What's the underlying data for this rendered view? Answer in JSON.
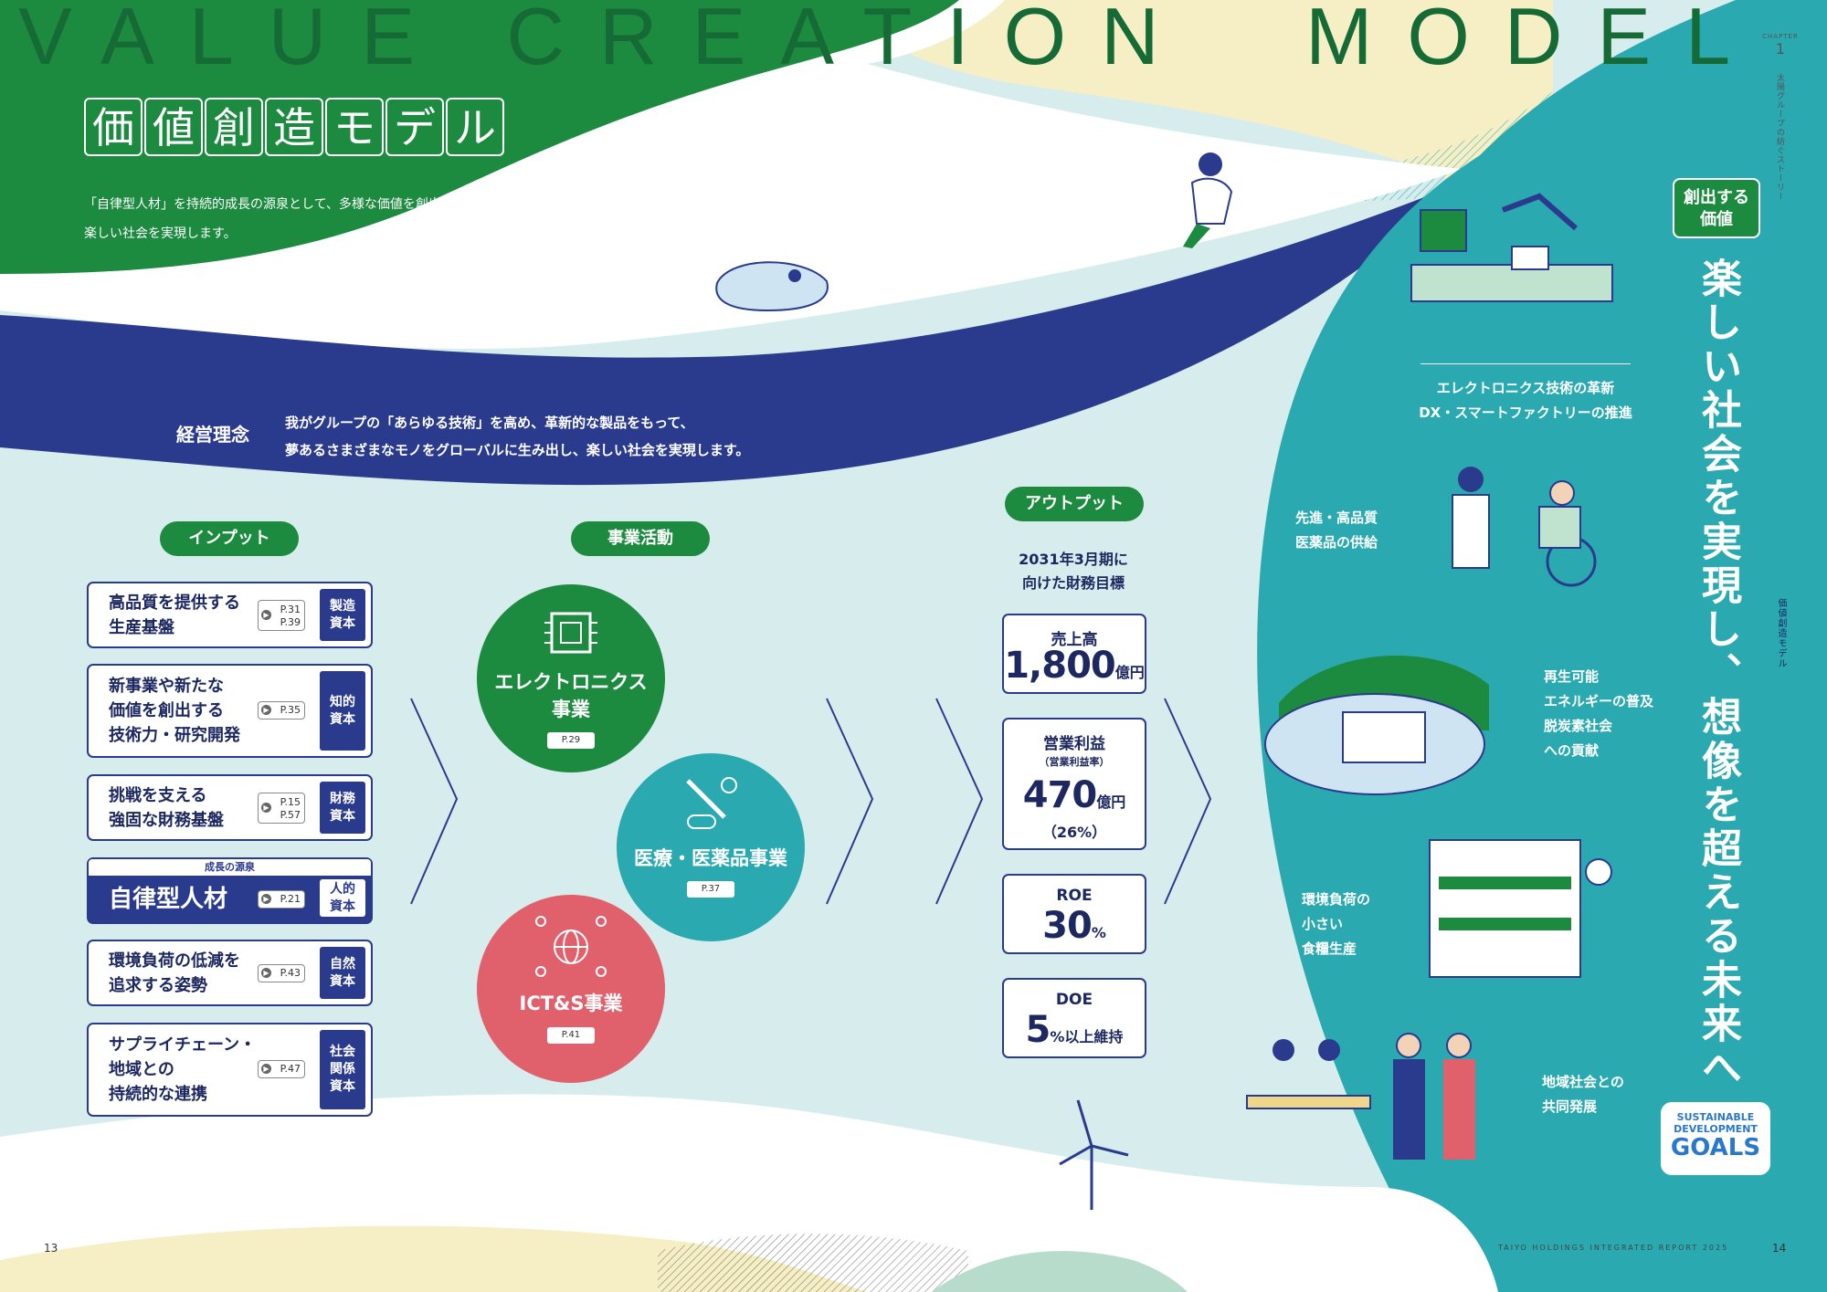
{
  "header": {
    "headline_parts": [
      "VALUE CREATION",
      "MODEL"
    ],
    "title_chars": [
      "価",
      "値",
      "創",
      "造",
      "モ",
      "デ",
      "ル"
    ],
    "intro_lines": [
      "「自律型人材」を持続的成長の源泉として、多様な価値を創出し、",
      "楽しい社会を実現します。"
    ]
  },
  "side": {
    "chapter_label": "CHAPTER",
    "chapter_no": "1",
    "chapter_title": "太陽グループの紡ぐストーリー",
    "section_title": "価値創造モデル"
  },
  "philosophy": {
    "label": "経営理念",
    "lines": [
      "我がグループの「あらゆる技術」を高め、革新的な製品をもって、",
      "夢あるさまざまなモノをグローバルに生み出し、楽しい社会を実現します。"
    ]
  },
  "pills": {
    "input": "インプット",
    "business": "事業活動",
    "output": "アウトプット",
    "value": [
      "創出する",
      "価値"
    ]
  },
  "inputs": [
    {
      "lines": [
        "高品質を提供する",
        "生産基盤"
      ],
      "refs": [
        "P.31",
        "P.39"
      ],
      "capital": [
        "製造",
        "資本"
      ],
      "highlight": false
    },
    {
      "lines": [
        "新事業や新たな",
        "価値を創出する",
        "技術力・研究開発"
      ],
      "refs": [
        "P.35"
      ],
      "capital": [
        "知的",
        "資本"
      ],
      "highlight": false
    },
    {
      "lines": [
        "挑戦を支える",
        "強固な財務基盤"
      ],
      "refs": [
        "P.15",
        "P.57"
      ],
      "capital": [
        "財務",
        "資本"
      ],
      "highlight": false
    },
    {
      "lines": [
        "自律型人材"
      ],
      "refs": [
        "P.21"
      ],
      "capital": [
        "人的",
        "資本"
      ],
      "highlight": true,
      "tag": "成長の源泉"
    },
    {
      "lines": [
        "環境負荷の低減を",
        "追求する姿勢"
      ],
      "refs": [
        "P.43"
      ],
      "capital": [
        "自然",
        "資本"
      ],
      "highlight": false
    },
    {
      "lines": [
        "サプライチェーン・",
        "地域との",
        "持続的な連携"
      ],
      "refs": [
        "P.47"
      ],
      "capital": [
        "社会",
        "関係",
        "資本"
      ],
      "highlight": false
    }
  ],
  "businesses": [
    {
      "lines": [
        "エレクトロニクス",
        "事業"
      ],
      "ref": "P.29",
      "color": "#1c8a3f"
    },
    {
      "lines": [
        "医療・医薬品事業"
      ],
      "ref": "P.37",
      "color": "#2aa9b0"
    },
    {
      "lines": [
        "ICT&S事業"
      ],
      "ref": "P.41",
      "color": "#e0606c"
    }
  ],
  "output": {
    "target_lines": [
      "2031年3月期に",
      "向けた財務目標"
    ],
    "sales": {
      "label": "売上高",
      "value": "1,800",
      "unit": "億円"
    },
    "profit": {
      "label": "営業利益",
      "sublabel": "（営業利益率）",
      "value": "470",
      "unit": "億円",
      "rate": "（26%）"
    },
    "roe": {
      "label": "ROE",
      "value": "30",
      "unit": "%"
    },
    "doe": {
      "label": "DOE",
      "value": "5",
      "unit": "%以上維持"
    }
  },
  "outcomes": [
    {
      "lines": [
        "エレクトロニクス技術の革新",
        "DX・スマートファクトリーの推進"
      ]
    },
    {
      "lines": [
        "先進・高品質",
        "医薬品の供給"
      ]
    },
    {
      "lines": [
        "再生可能",
        "エネルギーの普及",
        "脱炭素社会",
        "への貢献"
      ]
    },
    {
      "lines": [
        "環境負荷の",
        "小さい",
        "食糧生産"
      ]
    },
    {
      "lines": [
        "地域社会との",
        "共同発展"
      ]
    }
  ],
  "vision": "楽しい社会を実現し、想像を超える未来へ",
  "sdg": {
    "line1": "SUSTAINABLE",
    "line2": "DEVELOPMENT",
    "line3": "GOALS"
  },
  "footer": {
    "left_page": "13",
    "right_page": "14",
    "report": "TAIYO HOLDINGS INTEGRATED REPORT 2025"
  },
  "colors": {
    "green": "#1c8a3f",
    "navy": "#2a3a8c",
    "teal": "#2aa9b0",
    "mint": "#d7ecec",
    "cream": "#f6efc6",
    "coral": "#e0606c"
  }
}
